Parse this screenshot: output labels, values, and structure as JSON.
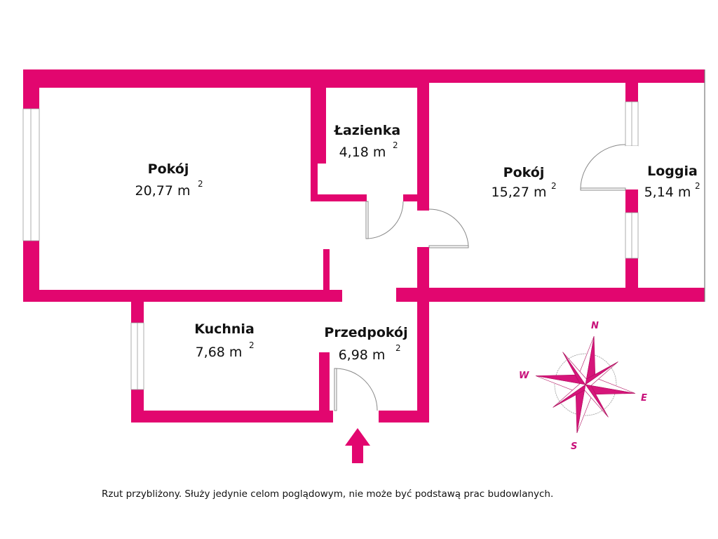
{
  "rooms": [
    {
      "name": "Pokój",
      "area": "20,77 m",
      "sup": "2"
    },
    {
      "name": "Łazienka",
      "area": "4,18 m",
      "sup": "2"
    },
    {
      "name": "Pokój",
      "area": "15,27 m",
      "sup": "2"
    },
    {
      "name": "Loggia",
      "area": "5,14 m",
      "sup": "2"
    },
    {
      "name": "Kuchnia",
      "area": "7,68 m",
      "sup": "2"
    },
    {
      "name": "Przedpokój",
      "area": "6,98 m",
      "sup": "2"
    }
  ],
  "compass": {
    "n": "N",
    "s": "S",
    "e": "E",
    "w": "W"
  },
  "caption": "Rzut przybliżony. Służy jedynie celom poglądowym, nie może być podstawą prac budowlanych.",
  "colors": {
    "wall": "#e2066f"
  }
}
